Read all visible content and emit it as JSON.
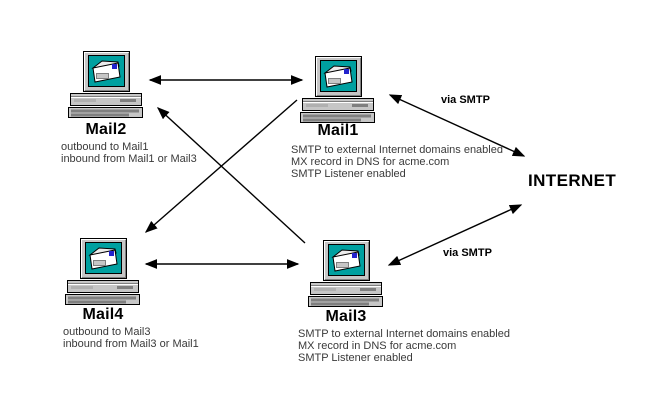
{
  "nodes": {
    "mail2": {
      "label": "Mail2",
      "lines": [
        "outbound to Mail1",
        "inbound from Mail1 or Mail3"
      ]
    },
    "mail1": {
      "label": "Mail1",
      "lines": [
        "SMTP to external Internet domains enabled",
        "MX record in DNS for acme.com",
        "SMTP Listener enabled"
      ]
    },
    "mail4": {
      "label": "Mail4",
      "lines": [
        "outbound to Mail3",
        "inbound from Mail3 or Mail1"
      ]
    },
    "mail3": {
      "label": "Mail3",
      "lines": [
        "SMTP to external Internet domains enabled",
        "MX record in DNS for acme.com",
        "SMTP Listener enabled"
      ]
    }
  },
  "internet": {
    "label": "INTERNET"
  },
  "edge_labels": {
    "mail1_internet": "via SMTP",
    "mail3_internet": "via SMTP"
  },
  "edges": [
    {
      "from": "Mail2",
      "to": "Mail1",
      "direction": "bidirectional"
    },
    {
      "from": "Mail4",
      "to": "Mail3",
      "direction": "bidirectional"
    },
    {
      "from": "Mail3",
      "to": "Mail2",
      "direction": "one-way"
    },
    {
      "from": "Mail1",
      "to": "Mail4",
      "direction": "one-way"
    },
    {
      "from": "Mail1",
      "to": "INTERNET",
      "direction": "bidirectional",
      "label": "via SMTP"
    },
    {
      "from": "Mail3",
      "to": "INTERNET",
      "direction": "bidirectional",
      "label": "via SMTP"
    }
  ],
  "colors": {
    "background": "#FFFFFF",
    "line": "#000000",
    "screen": "#00A0A0",
    "chassis": "#C6C6C6",
    "shadow": "#7F7F7F",
    "stamp": "#2222CC"
  }
}
